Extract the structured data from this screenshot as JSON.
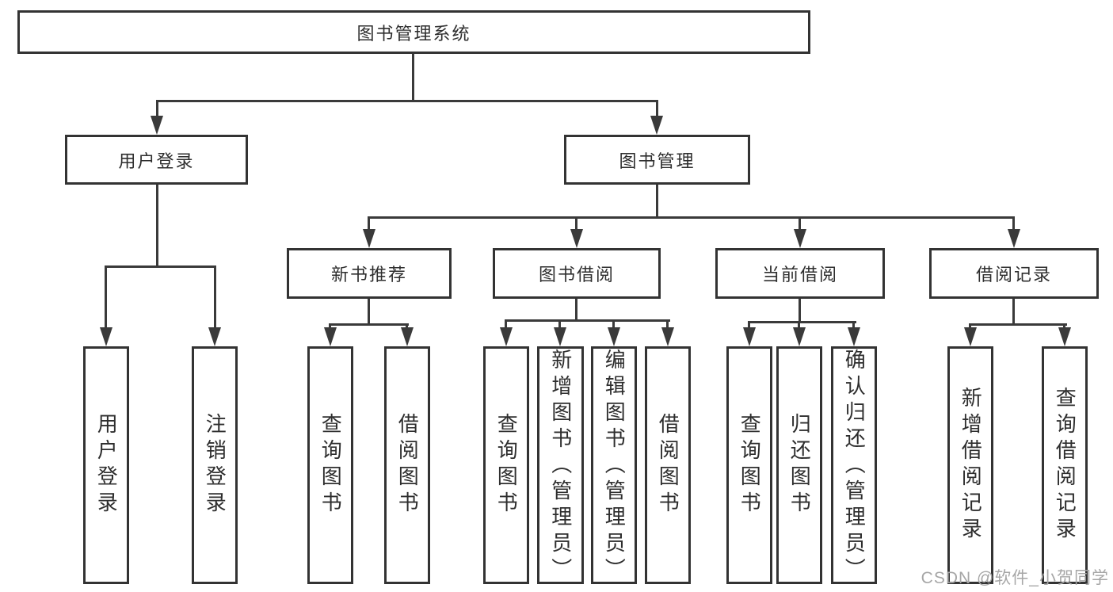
{
  "diagram": {
    "title_node": {
      "label": "图书管理系统"
    },
    "level2": [
      {
        "label": "用户登录"
      },
      {
        "label": "图书管理"
      }
    ],
    "level3": [
      {
        "label": "新书推荐",
        "parent": "图书管理"
      },
      {
        "label": "图书借阅",
        "parent": "图书管理"
      },
      {
        "label": "当前借阅",
        "parent": "图书管理"
      },
      {
        "label": "借阅记录",
        "parent": "图书管理"
      }
    ],
    "leaves": [
      {
        "label": "用户登录",
        "parent": "用户登录"
      },
      {
        "label": "注销登录",
        "parent": "用户登录"
      },
      {
        "label": "查询图书",
        "parent": "新书推荐"
      },
      {
        "label": "借阅图书",
        "parent": "新书推荐"
      },
      {
        "label": "查询图书",
        "parent": "图书借阅"
      },
      {
        "label": "新增图书（管理员）",
        "parent": "图书借阅"
      },
      {
        "label": "编辑图书（管理员）",
        "parent": "图书借阅"
      },
      {
        "label": "借阅图书",
        "parent": "图书借阅"
      },
      {
        "label": "查询图书",
        "parent": "当前借阅"
      },
      {
        "label": "归还图书",
        "parent": "当前借阅"
      },
      {
        "label": "确认归还（管理员）",
        "parent": "当前借阅"
      },
      {
        "label": "新增借阅记录",
        "parent": "借阅记录"
      },
      {
        "label": "查询借阅记录",
        "parent": "借阅记录"
      }
    ]
  },
  "watermark": {
    "text": "CSDN @软件_小贺同学"
  },
  "colors": {
    "line": "#3a3a3a",
    "box_border": "#333333",
    "text": "#2e2e2e",
    "watermark": "#a6a6a6",
    "background": "#ffffff"
  }
}
